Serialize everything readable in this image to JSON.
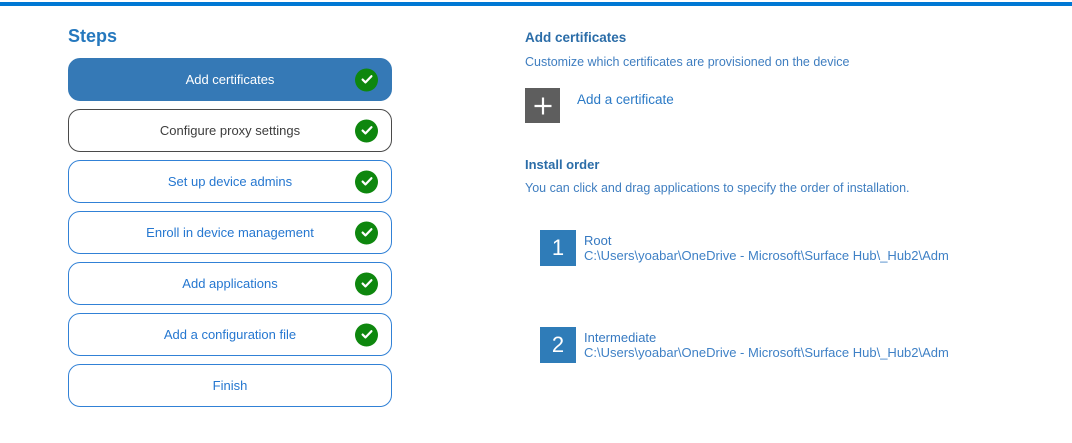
{
  "colors": {
    "top_accent": "#0078d4",
    "active_step_bg": "#3579b6",
    "step_border_blue": "#3181d6",
    "step_text_blue": "#2577d0",
    "step_border_gray": "#4a4a4a",
    "check_green": "#0e870e",
    "plus_square_gray": "#5e5e5e",
    "item_square_blue": "#2f7cb8",
    "heading_blue": "#2b6da8",
    "body_text_blue": "#3f7ec0"
  },
  "sidebar": {
    "title": "Steps",
    "steps": [
      {
        "label": "Add certificates",
        "state": "active",
        "checked": true
      },
      {
        "label": "Configure proxy settings",
        "state": "gray",
        "checked": true
      },
      {
        "label": "Set up device admins",
        "state": "normal",
        "checked": true
      },
      {
        "label": "Enroll in device management",
        "state": "normal",
        "checked": true
      },
      {
        "label": "Add applications",
        "state": "normal",
        "checked": true
      },
      {
        "label": "Add a configuration file",
        "state": "normal",
        "checked": true
      },
      {
        "label": "Finish",
        "state": "normal",
        "checked": false
      }
    ]
  },
  "main": {
    "title": "Add certificates",
    "subtitle": "Customize which certificates are provisioned on the device",
    "add_button": {
      "icon": "plus-icon",
      "label": "Add a certificate"
    },
    "install_order": {
      "title": "Install order",
      "description": "You can click and drag applications to specify the order of installation.",
      "items": [
        {
          "number": "1",
          "name": "Root",
          "path": "C:\\Users\\yoabar\\OneDrive - Microsoft\\Surface Hub\\_Hub2\\Adm"
        },
        {
          "number": "2",
          "name": "Intermediate",
          "path": "C:\\Users\\yoabar\\OneDrive - Microsoft\\Surface Hub\\_Hub2\\Adm"
        }
      ]
    }
  }
}
